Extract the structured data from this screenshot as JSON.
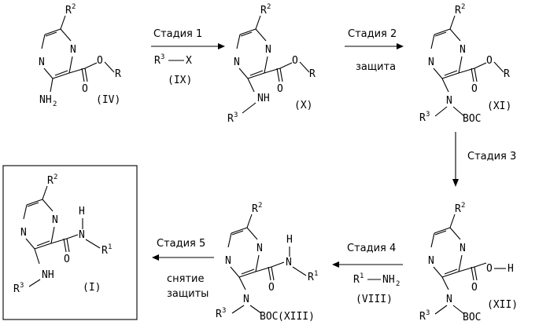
{
  "atoms": {
    "n": "N",
    "o": "O",
    "h": "H",
    "r": "R",
    "r1": "R",
    "r2": "R",
    "r3": "R",
    "sup1": "1",
    "sup2": "2",
    "sup3": "3",
    "nh": "NH",
    "nh2": "NH",
    "sub2": "2",
    "boc": "BOC",
    "x": "X",
    "oh": "O",
    "h_acid": "H"
  },
  "compounds": {
    "IV": "(IV)",
    "X": "(X)",
    "XI": "(XI)",
    "XII": "(XII)",
    "XIII": "(XIII)",
    "I": "(I)",
    "IX": "(IX)",
    "VIII": "(VIII)"
  },
  "steps": {
    "stage1": "Стадия 1",
    "stage2": "Стадия 2",
    "stage3": "Стадия 3",
    "stage4": "Стадия 4",
    "stage5": "Стадия 5",
    "protection": "защита",
    "deprot_1": "снятие",
    "deprot_2": "защиты"
  }
}
